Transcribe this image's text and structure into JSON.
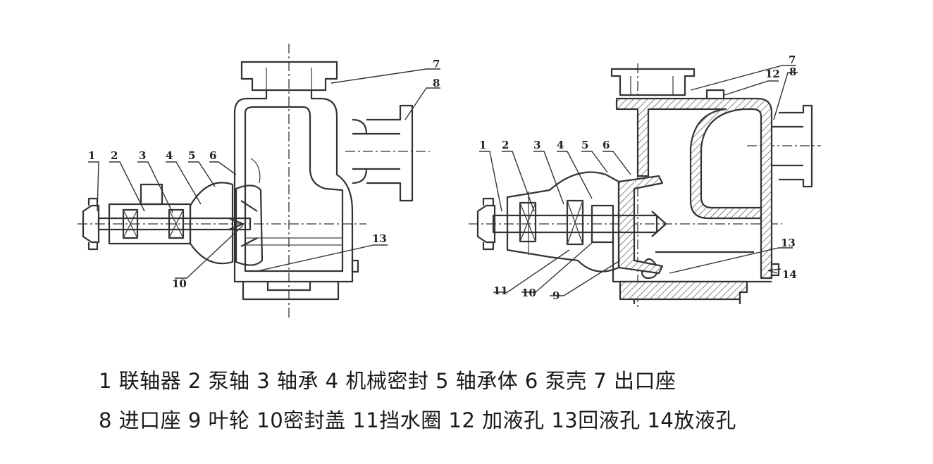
{
  "left_view": {
    "callouts": [
      "1",
      "2",
      "3",
      "4",
      "5",
      "6",
      "7",
      "8",
      "10",
      "13"
    ]
  },
  "right_view": {
    "callouts": [
      "1",
      "2",
      "3",
      "4",
      "5",
      "6",
      "7",
      "8",
      "9",
      "10",
      "11",
      "12",
      "13",
      "14"
    ]
  },
  "legend": {
    "line1": "1 联轴器 2 泵轴 3 轴承  4 机械密封 5 轴承体 6 泵壳 7 出口座",
    "line2": "8 进口座 9 叶轮 10密封盖 11挡水圈 12 加液孔 13回液孔 14放液孔"
  },
  "colors": {
    "line": "#333333",
    "text": "#1a1a1a",
    "background": "#ffffff"
  }
}
